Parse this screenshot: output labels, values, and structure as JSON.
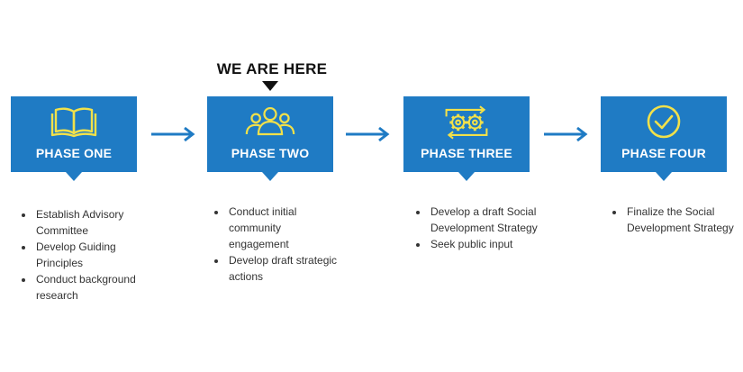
{
  "marker": {
    "label": "WE ARE HERE"
  },
  "colors": {
    "box": "#1f7bc4",
    "icon": "#f2e14a",
    "arrow": "#1f7bc4",
    "text": "#333333"
  },
  "phases": [
    {
      "title": "PHASE ONE",
      "icon": "open-book-icon",
      "items": [
        "Establish Advisory Committee",
        "Develop Guiding Principles",
        "Conduct background research"
      ]
    },
    {
      "title": "PHASE TWO",
      "icon": "people-group-icon",
      "items": [
        "Conduct initial community engagement",
        "Develop draft strategic actions"
      ]
    },
    {
      "title": "PHASE THREE",
      "icon": "gears-cycle-icon",
      "items": [
        "Develop a draft Social Development Strategy",
        "Seek public input"
      ]
    },
    {
      "title": "PHASE FOUR",
      "icon": "checkmark-circle-icon",
      "items": [
        "Finalize the Social Development Strategy"
      ]
    }
  ]
}
